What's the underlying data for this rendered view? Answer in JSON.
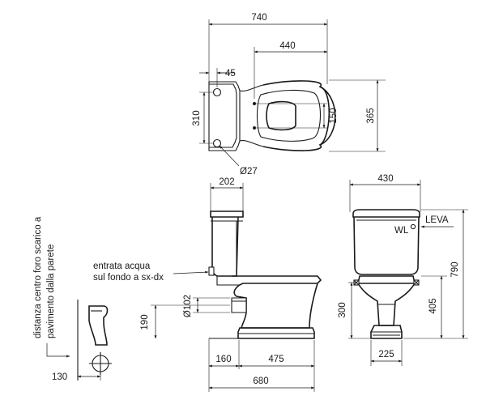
{
  "top_view": {
    "dims": {
      "overall_length": "740",
      "pan_length": "440",
      "wall_offset": "45",
      "fixing_spacing": "310",
      "seat_holes": "150",
      "width": "365",
      "hole_diameter": "Ø27"
    }
  },
  "side_view": {
    "dims": {
      "tank_depth": "202",
      "outlet_diameter": "Ø102",
      "outlet_height": "190",
      "outlet_offset": "160",
      "base_length": "475",
      "total_depth": "680"
    },
    "inlet_label_line1": "entrata acqua",
    "inlet_label_line2": "sul fondo a sx-dx"
  },
  "front_view": {
    "dims": {
      "tank_width": "430",
      "total_height": "790",
      "seat_height": "405",
      "pan_height": "300",
      "base_width": "225"
    },
    "wl_label": "WL",
    "lever_label": "LEVA"
  },
  "outlet_detail": {
    "vertical_label_line1": "distanza centro foro scarico a",
    "vertical_label_line2": "pavimento dalla parete",
    "dim_130": "130"
  }
}
